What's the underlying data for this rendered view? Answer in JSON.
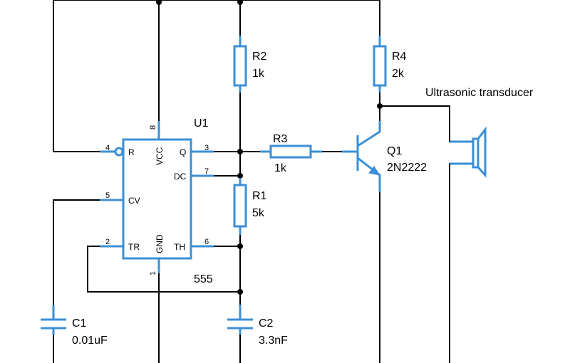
{
  "ic": {
    "ref": "U1",
    "value": "555",
    "pins": {
      "r": {
        "num": "4",
        "name": "R"
      },
      "vcc": {
        "num": "8",
        "name": "VCC"
      },
      "q": {
        "num": "3",
        "name": "Q"
      },
      "dc": {
        "num": "7",
        "name": "DC"
      },
      "cv": {
        "num": "5",
        "name": "CV"
      },
      "tr": {
        "num": "2",
        "name": "TR"
      },
      "gnd": {
        "num": "1",
        "name": "GND"
      },
      "th": {
        "num": "6",
        "name": "TH"
      }
    }
  },
  "r1": {
    "ref": "R1",
    "value": "5k"
  },
  "r2": {
    "ref": "R2",
    "value": "1k"
  },
  "r3": {
    "ref": "R3",
    "value": "1k"
  },
  "r4": {
    "ref": "R4",
    "value": "2k"
  },
  "c1": {
    "ref": "C1",
    "value": "0.01uF"
  },
  "c2": {
    "ref": "C2",
    "value": "3.3nF"
  },
  "q1": {
    "ref": "Q1",
    "value": "2N2222"
  },
  "transducer": {
    "label": "Ultrasonic transducer"
  },
  "colors": {
    "component": "#3b8fd6",
    "wire": "#000000",
    "background": "#ffffff"
  }
}
